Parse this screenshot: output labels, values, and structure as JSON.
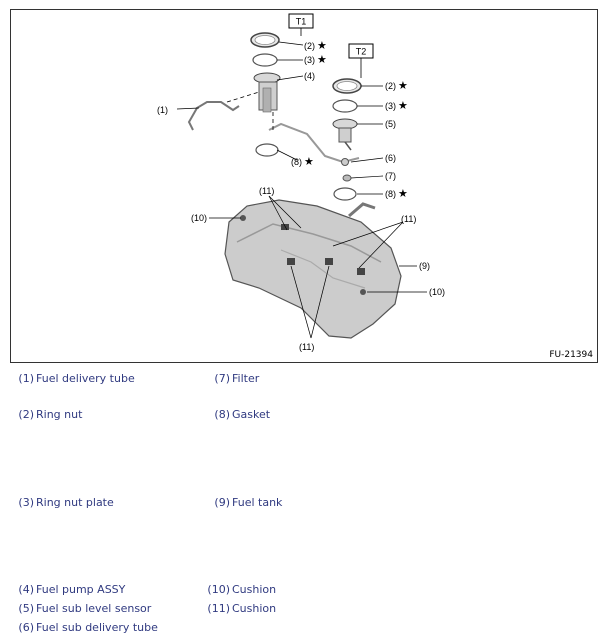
{
  "figure": {
    "id": "FU-21394",
    "tags": [
      "T1",
      "T2"
    ],
    "star": "★",
    "callouts": [
      "(1)",
      "(2)",
      "(3)",
      "(4)",
      "(5)",
      "(6)",
      "(7)",
      "(8)",
      "(9)",
      "(10)",
      "(11)"
    ]
  },
  "legend": [
    {
      "num": "(1)",
      "label": "Fuel delivery tube"
    },
    {
      "num": "(7)",
      "label": "Filter"
    },
    {
      "num": "(2)",
      "label": "Ring nut"
    },
    {
      "num": "(8)",
      "label": "Gasket"
    },
    {
      "num": "(3)",
      "label": "Ring nut plate"
    },
    {
      "num": "(9)",
      "label": "Fuel tank"
    },
    {
      "num": "(4)",
      "label": "Fuel pump ASSY"
    },
    {
      "num": "(10)",
      "label": "Cushion"
    },
    {
      "num": "(5)",
      "label": "Fuel sub level sensor"
    },
    {
      "num": "(11)",
      "label": "Cushion"
    },
    {
      "num": "(6)",
      "label": "Fuel sub delivery tube"
    }
  ]
}
